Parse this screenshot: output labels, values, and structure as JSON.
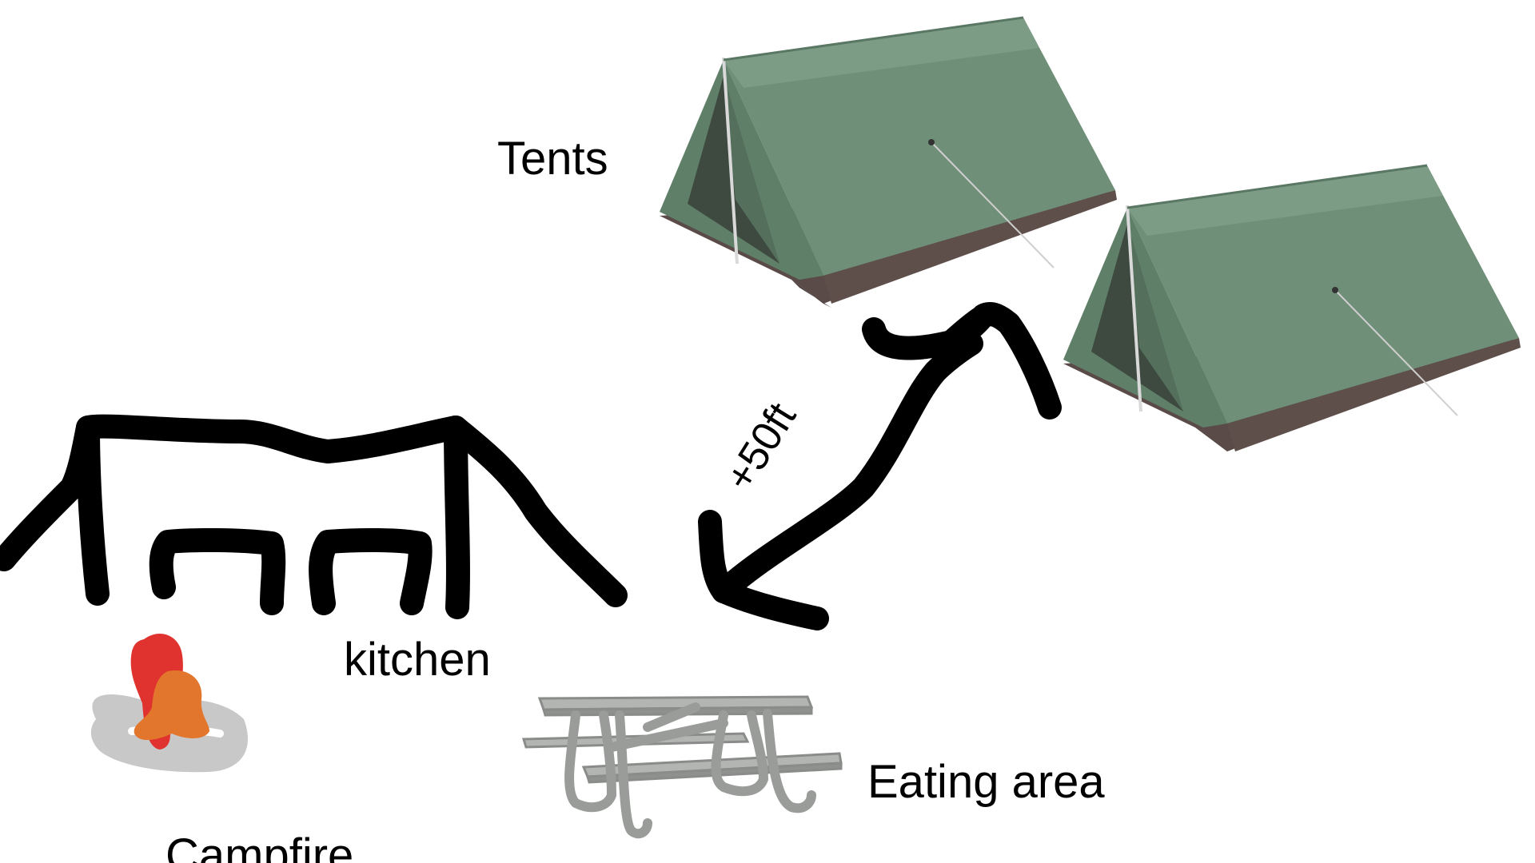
{
  "labels": {
    "tents": "Tents",
    "distance": "+50ft",
    "kitchen": "kitchen",
    "eating_area": "Eating area",
    "campfire": "Campfire"
  },
  "icons": {
    "tent_1": "tent-icon",
    "tent_2": "tent-icon",
    "picnic_table": "picnic-table-icon",
    "campfire": "campfire-icon",
    "kitchen_shelter": "kitchen-shelter-sketch",
    "distance_arrow": "double-arrow"
  },
  "colors": {
    "tent_body": "#6f8f78",
    "tent_floor": "#5c4d4a",
    "stroke": "#000000",
    "flame_red": "#e0322e",
    "flame_orange": "#e2762c",
    "ash_gray": "#c9c9c9",
    "table_metal": "#a8aaa8"
  }
}
